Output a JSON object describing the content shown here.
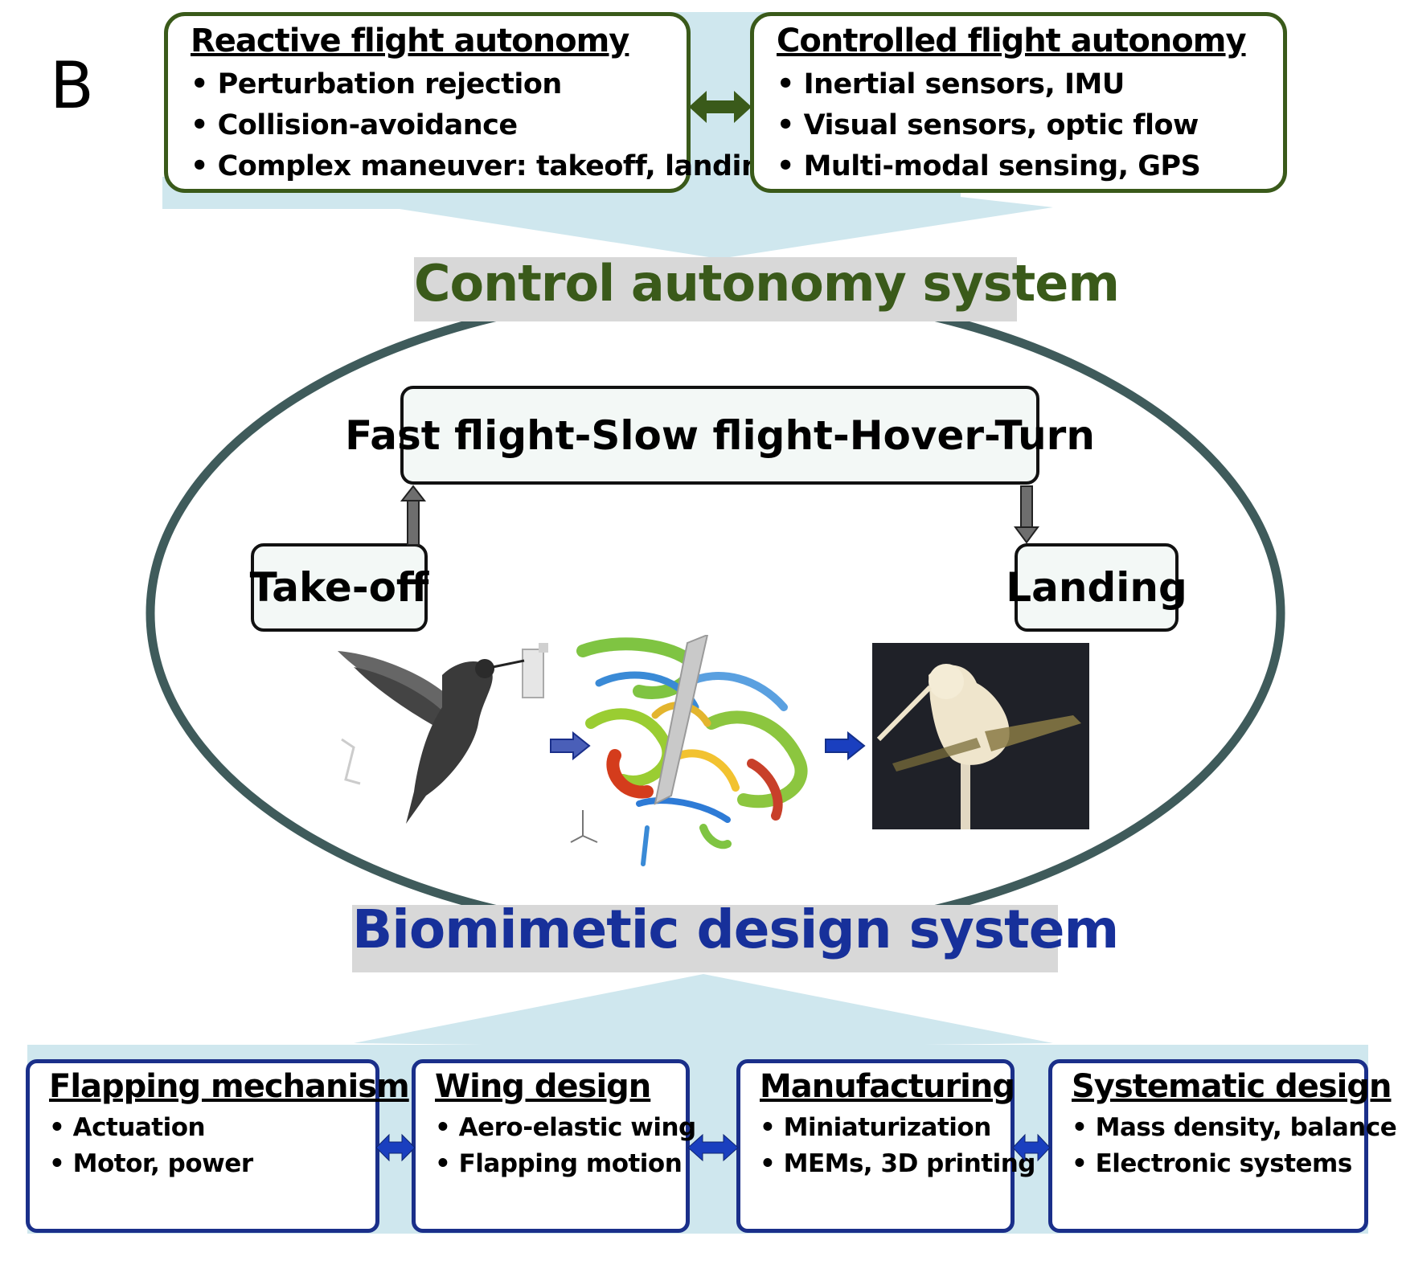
{
  "panel_label": "B",
  "top": {
    "reactive": {
      "title": "Reactive flight autonomy",
      "items": [
        "Perturbation rejection",
        "Collision-avoidance",
        "Complex maneuver: takeoff, landing"
      ]
    },
    "controlled": {
      "title": "Controlled flight autonomy",
      "items": [
        "Inertial sensors, IMU",
        "Visual sensors, optic flow",
        "Multi-modal sensing, GPS"
      ]
    }
  },
  "control_title": "Control autonomy system",
  "phases": {
    "middle": "Fast flight-Slow flight-Hover-Turn",
    "takeoff": "Take-off",
    "landing": "Landing"
  },
  "biomimetic_title": "Biomimetic design system",
  "bottom": [
    {
      "title": "Flapping mechanism",
      "items": [
        "Actuation",
        "Motor, power"
      ]
    },
    {
      "title": "Wing design",
      "items": [
        "Aero-elastic wing",
        "Flapping motion"
      ]
    },
    {
      "title": "Manufacturing",
      "items": [
        "Miniaturization",
        "MEMs, 3D printing"
      ]
    },
    {
      "title": "Systematic design",
      "items": [
        "Mass density, balance",
        "Electronic systems"
      ]
    }
  ],
  "colors": {
    "green": "#3a5a1a",
    "blue": "#1a2f8a",
    "ellipse": "#3f5b5b",
    "light_blue": "#cfe7ee"
  }
}
